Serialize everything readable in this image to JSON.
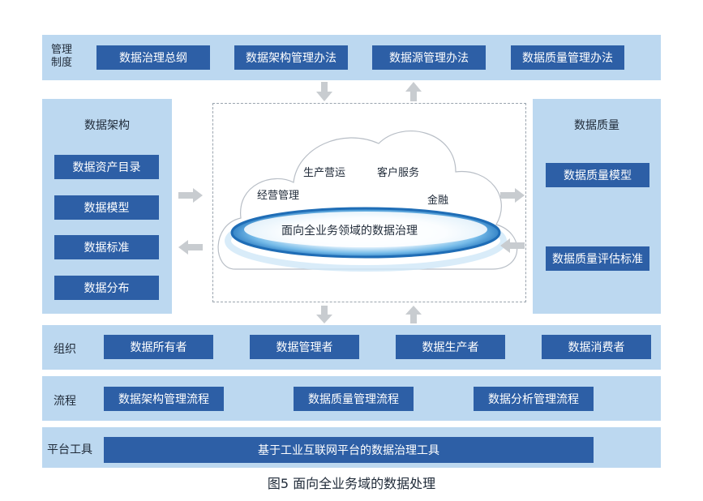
{
  "management": {
    "label_line1": "管理",
    "label_line2": "制度",
    "items": [
      "数据治理总纲",
      "数据架构管理办法",
      "数据源管理办法",
      "数据质量管理办法"
    ]
  },
  "architecture": {
    "title": "数据架构",
    "items": [
      "数据资产目录",
      "数据模型",
      "数据标准",
      "数据分布"
    ]
  },
  "quality": {
    "title": "数据质量",
    "items": [
      "数据质量模型",
      "数据质量评估标准"
    ]
  },
  "cloud": {
    "words": [
      "生产营运",
      "客户服务",
      "经营管理",
      "金融"
    ],
    "center_text": "面向全业务领域的数据治理"
  },
  "organization": {
    "label": "组织",
    "items": [
      "数据所有者",
      "数据管理者",
      "数据生产者",
      "数据消费者"
    ]
  },
  "process": {
    "label": "流程",
    "items": [
      "数据架构管理流程",
      "数据质量管理流程",
      "数据分析管理流程"
    ]
  },
  "platform": {
    "label": "平台工具",
    "item": "基于工业互联网平台的数据治理工具"
  },
  "caption": "图5  面向全业务域的数据处理",
  "colors": {
    "band": "#bcd8f0",
    "box": "#2d5fa6",
    "arrow": "#c8ccd0"
  }
}
